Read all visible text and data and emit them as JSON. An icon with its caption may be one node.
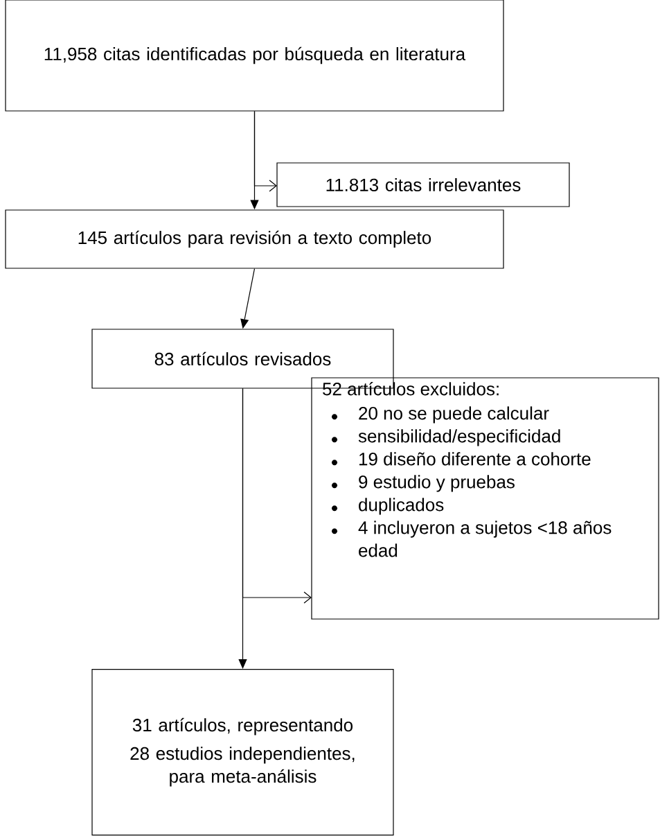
{
  "diagram": {
    "nodes": [
      {
        "text": [
          "11,958 citas identificadas por búsqueda en literatura"
        ]
      },
      {
        "text": [
          "11.813 citas irrelevantes"
        ]
      },
      {
        "text": [
          "145 artículos para revisión a texto completo"
        ]
      },
      {
        "text": [
          "83 artículos revisados"
        ]
      },
      {
        "text": [
          "52 artículos excluidos:",
          "20 no se puede calcular",
          "sensibilidad/especificidad",
          "19 diseño diferente a cohorte",
          "9 estudio y pruebas",
          "duplicados",
          "4 incluyeron a sujetos <18 años edad"
        ]
      },
      {
        "text": [
          "31 artículos, representando 28 estudios independientes, para meta-análisis"
        ]
      }
    ],
    "edges": [
      {
        "from": 0,
        "to": 1,
        "arrow": "to"
      },
      {
        "from": 0,
        "to": 2,
        "arrow": "to"
      },
      {
        "from": 2,
        "to": 3,
        "arrow": "to"
      },
      {
        "from": 3,
        "to": 4,
        "arrow": "to"
      },
      {
        "from": 3,
        "to": 5,
        "arrow": "to"
      }
    ]
  }
}
